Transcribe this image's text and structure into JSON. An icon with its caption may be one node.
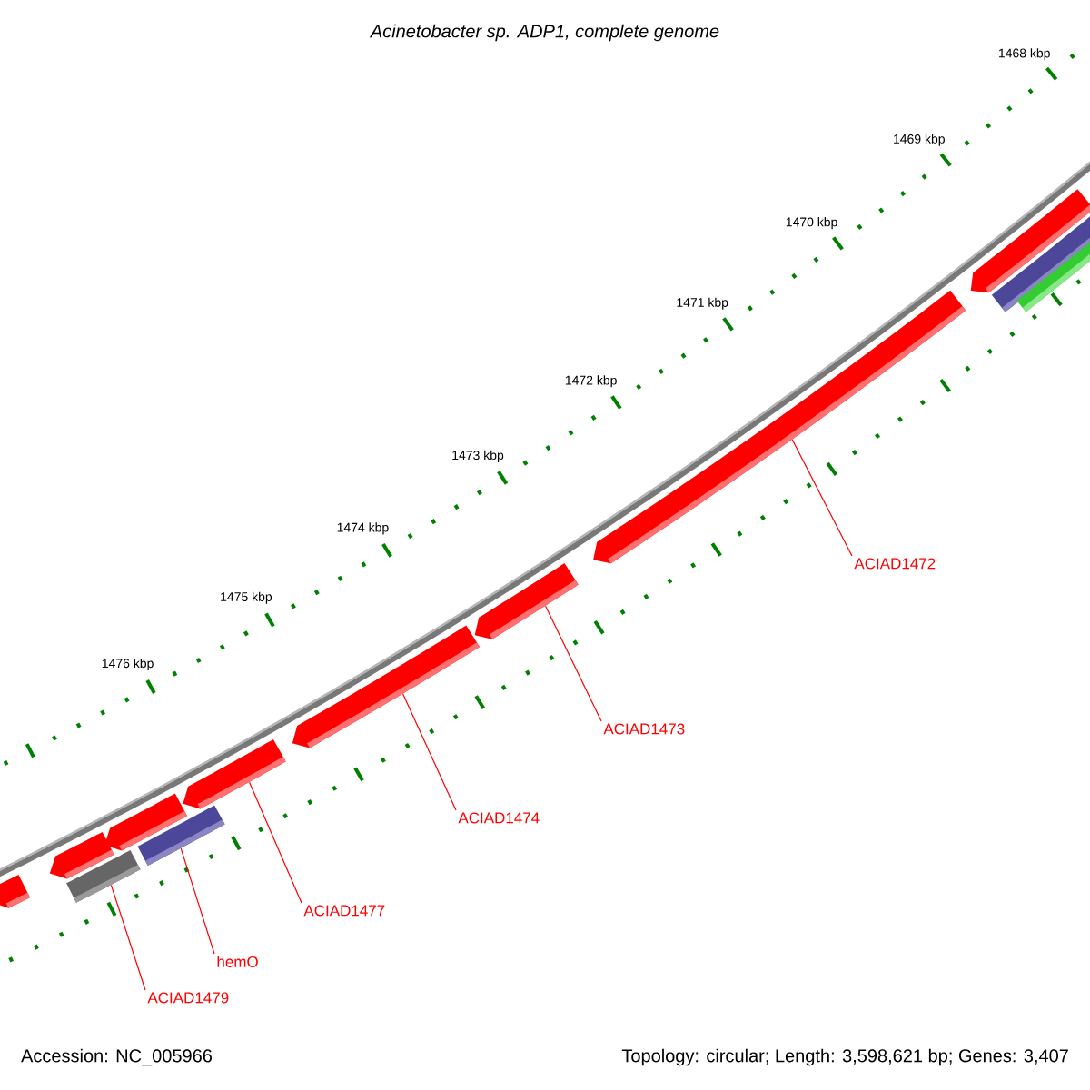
{
  "diagram": {
    "title": "Acinetobacter sp. ADP1, complete genome",
    "nodes": [
      {
        "text": [
          "ACIAD1472"
        ]
      },
      {
        "text": [
          "ACIAD1473"
        ]
      },
      {
        "text": [
          "ACIAD1474"
        ]
      },
      {
        "text": [
          "ACIAD1477"
        ]
      },
      {
        "text": [
          "hemO"
        ]
      },
      {
        "text": [
          "ACIAD1479"
        ]
      },
      {
        "text": [],
        "shape": "pentagon"
      },
      {
        "text": [],
        "shape": "pentagon"
      },
      {
        "text": [],
        "shape": "pentagon"
      },
      {
        "text": [],
        "shape": "pentagon"
      },
      {
        "text": [],
        "shape": "bar"
      },
      {
        "text": [],
        "shape": "bar"
      }
    ],
    "edges": [
      {
        "from": 0,
        "to": 6,
        "arrow": "none"
      },
      {
        "from": 1,
        "to": 7,
        "arrow": "none"
      },
      {
        "from": 2,
        "to": 8,
        "arrow": "none"
      },
      {
        "from": 3,
        "to": 9,
        "arrow": "none"
      },
      {
        "from": 4,
        "to": 10,
        "arrow": "none"
      },
      {
        "from": 5,
        "to": 11,
        "arrow": "none"
      }
    ],
    "labels": [
      "1468 kbp",
      "1469 kbp",
      "1470 kbp",
      "1471 kbp",
      "1472 kbp",
      "1473 kbp",
      "1474 kbp",
      "1475 kbp",
      "1476 kbp",
      "Accession: NC_005966",
      "Topology: circular; Length: 3,598,621 bp; Genes: 3,407"
    ]
  }
}
